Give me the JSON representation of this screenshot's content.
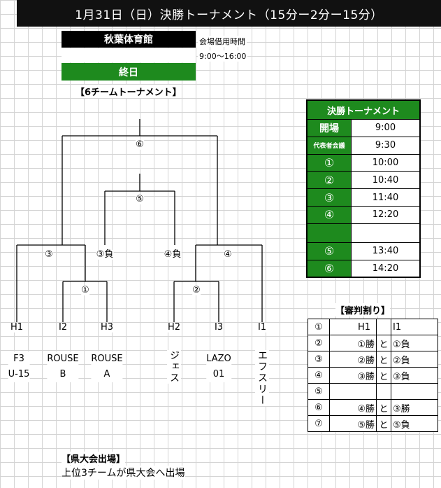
{
  "title": "1月31日（日）決勝トーナメント（15分ー2分ー15分）",
  "venue": "秋葉体育館",
  "venue_time_label": "会場借用時間",
  "venue_time": "9:00〜16:00",
  "day_label": "終日",
  "bracket_title": "【6チームトーナメント】",
  "bracket": {
    "m1": "①",
    "m2": "②",
    "m3": "③",
    "m4": "④",
    "m5": "⑤",
    "m6": "⑥",
    "lose3": "③負",
    "lose4": "④負"
  },
  "teams": [
    {
      "seed": "H1",
      "name": "F3\nU-15"
    },
    {
      "seed": "I2",
      "name": "ROUSE\nB"
    },
    {
      "seed": "H3",
      "name": "ROUSE\nA"
    },
    {
      "seed": "H2",
      "name": "ジェス"
    },
    {
      "seed": "I3",
      "name": "LAZO\n01"
    },
    {
      "seed": "I1",
      "name": "エフスリー"
    }
  ],
  "schedule": {
    "title": "決勝トーナメント",
    "rows": [
      {
        "key": "開場",
        "value": "9:00"
      },
      {
        "key": "代表者会議",
        "value": "9:30"
      },
      {
        "key": "①",
        "value": "10:00"
      },
      {
        "key": "②",
        "value": "10:40"
      },
      {
        "key": "③",
        "value": "11:40"
      },
      {
        "key": "④",
        "value": "12:20"
      },
      {
        "key": "",
        "value": ""
      },
      {
        "key": "⑤",
        "value": "13:40"
      },
      {
        "key": "⑥",
        "value": "14:20"
      }
    ]
  },
  "referee": {
    "title": "【審判割り】",
    "rows": [
      {
        "num": "①",
        "a": "H1",
        "m": "",
        "b": "I1"
      },
      {
        "num": "②",
        "a": "①勝",
        "m": "と",
        "b": "①負"
      },
      {
        "num": "③",
        "a": "②勝",
        "m": "と",
        "b": "②負"
      },
      {
        "num": "④",
        "a": "③勝",
        "m": "と",
        "b": "③負"
      },
      {
        "num": "⑤",
        "a": "",
        "m": "",
        "b": ""
      },
      {
        "num": "⑥",
        "a": "④勝",
        "m": "と",
        "b": "③勝"
      },
      {
        "num": "⑦",
        "a": "⑤勝",
        "m": "と",
        "b": "⑤負"
      }
    ]
  },
  "footer": {
    "heading": "【県大会出場】",
    "text": "上位3チームが県大会へ出場"
  }
}
